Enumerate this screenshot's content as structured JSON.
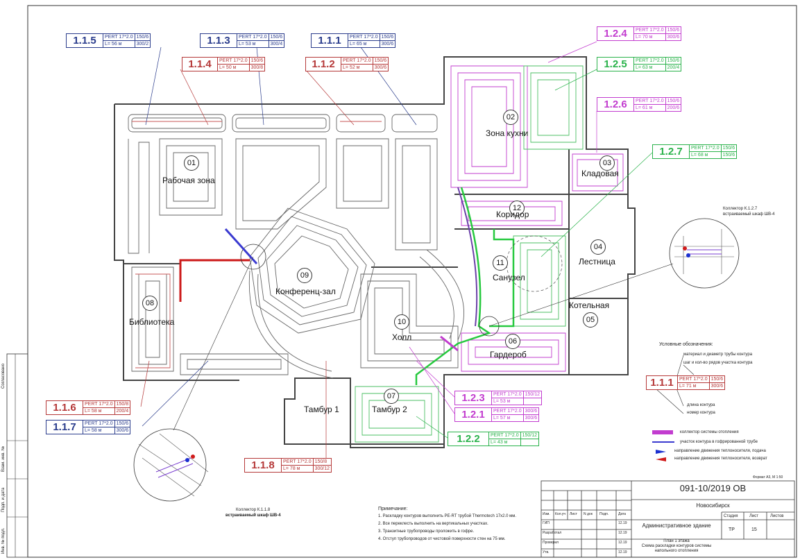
{
  "colors": {
    "blue": "#2a3c8c",
    "red": "#b53838",
    "magenta": "#c23ccf",
    "green": "#29b24a",
    "wall": "#444444",
    "pipe": "#555555"
  },
  "circuits": [
    {
      "id": "1.1.5",
      "pipe": "PERT 17*2.0",
      "length": "L= 56 м",
      "step": "150/6",
      "rows": "300/2",
      "color": "blue"
    },
    {
      "id": "1.1.3",
      "pipe": "PERT 17*2.0",
      "length": "L= 53 м",
      "step": "150/6",
      "rows": "300/4",
      "color": "blue"
    },
    {
      "id": "1.1.1",
      "pipe": "PERT 17*2.0",
      "length": "L= 65 м",
      "step": "150/6",
      "rows": "300/6",
      "color": "blue"
    },
    {
      "id": "1.1.4",
      "pipe": "PERT 17*2.0",
      "length": "L= 50 м",
      "step": "150/6",
      "rows": "300/8",
      "color": "red"
    },
    {
      "id": "1.1.2",
      "pipe": "PERT 17*2.0",
      "length": "L= 52 м",
      "step": "150/6",
      "rows": "300/6",
      "color": "red"
    },
    {
      "id": "1.2.4",
      "pipe": "PERT 17*2.0",
      "length": "L= 70 м",
      "step": "150/6",
      "rows": "300/6",
      "color": "magenta"
    },
    {
      "id": "1.2.5",
      "pipe": "PERT 17*2.0",
      "length": "L= 63 м",
      "step": "150/6",
      "rows": "200/4",
      "color": "green"
    },
    {
      "id": "1.2.6",
      "pipe": "PERT 17*2.0",
      "length": "L= 61 м",
      "step": "150/6",
      "rows": "200/6",
      "color": "magenta"
    },
    {
      "id": "1.2.7",
      "pipe": "PERT 17*2.0",
      "length": "L= 68 м",
      "step": "150/6",
      "rows": "150/6",
      "color": "green"
    },
    {
      "id": "1.2.3",
      "pipe": "PERT 17*2.0",
      "length": "L= 53 м",
      "step": "150/12",
      "rows": "",
      "color": "magenta"
    },
    {
      "id": "1.2.1",
      "pipe": "PERT 17*2.0",
      "length": "L= 57 м",
      "step": "300/6",
      "rows": "300/6",
      "color": "magenta"
    },
    {
      "id": "1.2.2",
      "pipe": "PERT 17*2.0",
      "length": "L= 43 м",
      "step": "150/12",
      "rows": "",
      "color": "green"
    },
    {
      "id": "1.1.6",
      "pipe": "PERT 17*2.0",
      "length": "L= 58 м",
      "step": "150/8",
      "rows": "200/4",
      "color": "red"
    },
    {
      "id": "1.1.7",
      "pipe": "PERT 17*2.0",
      "length": "L= 58 м",
      "step": "150/6",
      "rows": "300/6",
      "color": "blue"
    },
    {
      "id": "1.1.8",
      "pipe": "PERT 17*2.0",
      "length": "L= 78 м",
      "step": "150/8",
      "rows": "300/12",
      "color": "red"
    }
  ],
  "rooms": [
    {
      "no": "01",
      "name": "Рабочая зона"
    },
    {
      "no": "02",
      "name": "Зона кухни"
    },
    {
      "no": "03",
      "name": "Кладовая"
    },
    {
      "no": "04",
      "name": "Лестница"
    },
    {
      "no": "05",
      "name": "Котельная"
    },
    {
      "no": "06",
      "name": "Гардероб"
    },
    {
      "no": "07",
      "name": "Тамбур 2"
    },
    {
      "no": "08",
      "name": "Библиотека"
    },
    {
      "no": "09",
      "name": "Конференц-зал"
    },
    {
      "no": "10",
      "name": "Холл"
    },
    {
      "no": "11",
      "name": "Санузел"
    },
    {
      "no": "12",
      "name": "Коридор"
    },
    {
      "no": "",
      "name": "Тамбур 1"
    }
  ],
  "collectors": {
    "right": {
      "line1": "Коллектор К.1.2.7",
      "line2": "встраиваемый шкаф ШВ-4"
    },
    "left": {
      "line1": "Коллектор К.1.1.8",
      "line2": "встраиваемый шкаф ШВ-4"
    }
  },
  "legend": {
    "title": "Условные обозначения:",
    "line1": "материал и диаметр трубы контура",
    "line2": "шаг и кол-во рядов участка контура",
    "sample_id": "1.1.1",
    "sample_pipe": "PERT 17*2.0",
    "sample_len": "L= 71 м",
    "sample_step": "150/6",
    "sample_rows": "300/6",
    "line3": "длина контура",
    "line4": "номер контура",
    "item1": "коллектор системы отопления",
    "item2": "участок контура в гофрированной трубе",
    "item3": "направление движения теплоносителя, подача",
    "item4": "направление движения теплоносителя, возврат"
  },
  "format_note": "Формат А3, М 1:50",
  "notes": {
    "title": "Примечание:",
    "items": [
      "1. Раскладку контуров выполнить PE-RT трубой Thermotech 17х2.0 мм.",
      "2. Все переклесть выполнить на вертикальных участках.",
      "3. Транзитные трубопроводы проложить в гофре.",
      "4. Отступ трубопроводов от чистовой поверхности стен на 75 мм."
    ]
  },
  "title_block": {
    "doc_no": "091-10/2019 ОВ",
    "city": "Новосибирск",
    "building": "Административное здание",
    "sheet_title_1": "План 1 этажа",
    "sheet_title_2": "Схема раскладки контуров системы",
    "sheet_title_3": "напольного отопления",
    "h_izm": "Изм.",
    "h_kol": "Кол.уч",
    "h_list": "Лист",
    "h_ndok": "N док",
    "h_podp": "Подп.",
    "h_data": "Дата",
    "gip": "ГИП",
    "razrab": "Разработал",
    "prover": "Проверил",
    "utv": "Утв.",
    "date1": "12.19",
    "date2": "12.19",
    "date3": "12.19",
    "date4": "12.19",
    "stage_h": "Стадия",
    "sheet_h": "Лист",
    "sheets_h": "Листов",
    "stage": "ТР",
    "sheet": "15",
    "sheets": ""
  },
  "side_stamp": [
    "Согласовано",
    "Взам. инв. №",
    "Подп. и дата",
    "Инв. № подл."
  ]
}
